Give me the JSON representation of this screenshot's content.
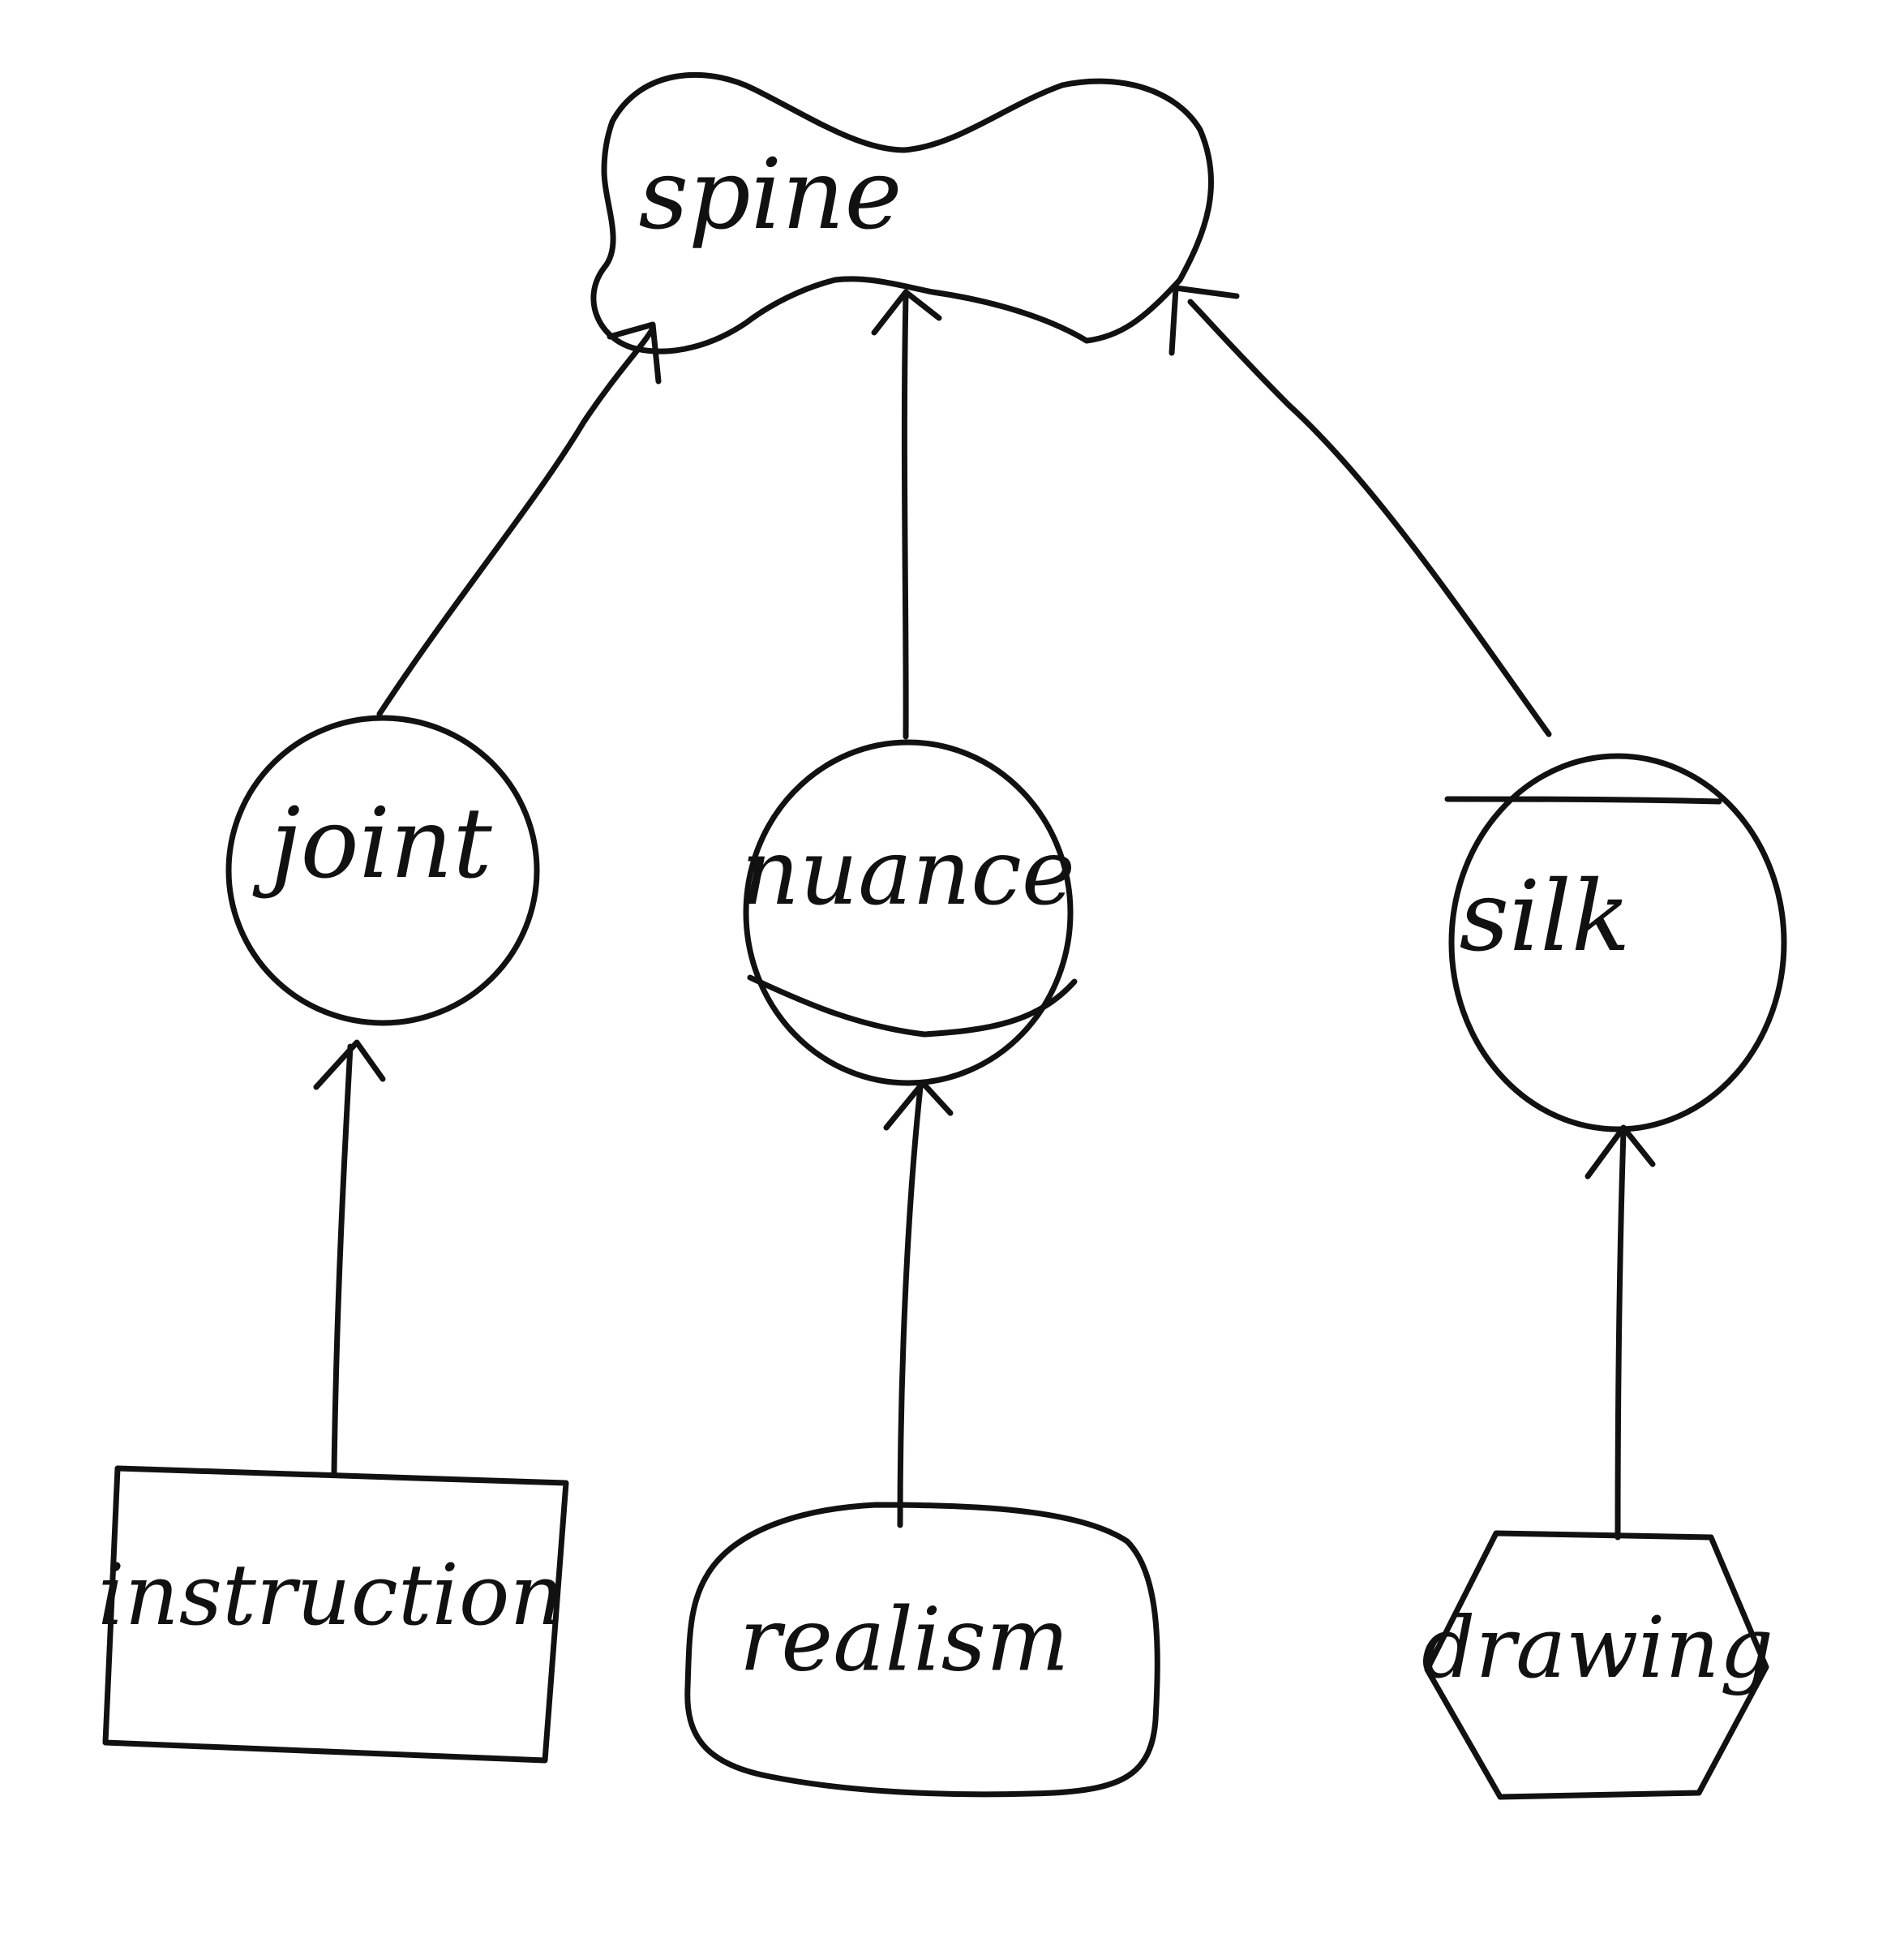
{
  "diagram": {
    "type": "hand-drawn concept tree",
    "stroke_color": "#111111",
    "background": "#ffffff",
    "nodes": {
      "spine": {
        "label": "spine",
        "shape": "cloud"
      },
      "joint": {
        "label": "joint",
        "shape": "circle"
      },
      "nuance": {
        "label": "nuance",
        "shape": "circle"
      },
      "silk": {
        "label": "silk",
        "shape": "circle"
      },
      "instruction": {
        "label": "instruction",
        "shape": "rectangle"
      },
      "realism": {
        "label": "realism",
        "shape": "rounded-blob"
      },
      "drawing": {
        "label": "drawing",
        "shape": "hexagon"
      }
    },
    "edges": [
      {
        "from": "joint",
        "to": "spine"
      },
      {
        "from": "nuance",
        "to": "spine"
      },
      {
        "from": "silk",
        "to": "spine"
      },
      {
        "from": "instruction",
        "to": "joint"
      },
      {
        "from": "realism",
        "to": "nuance"
      },
      {
        "from": "drawing",
        "to": "silk"
      }
    ]
  }
}
